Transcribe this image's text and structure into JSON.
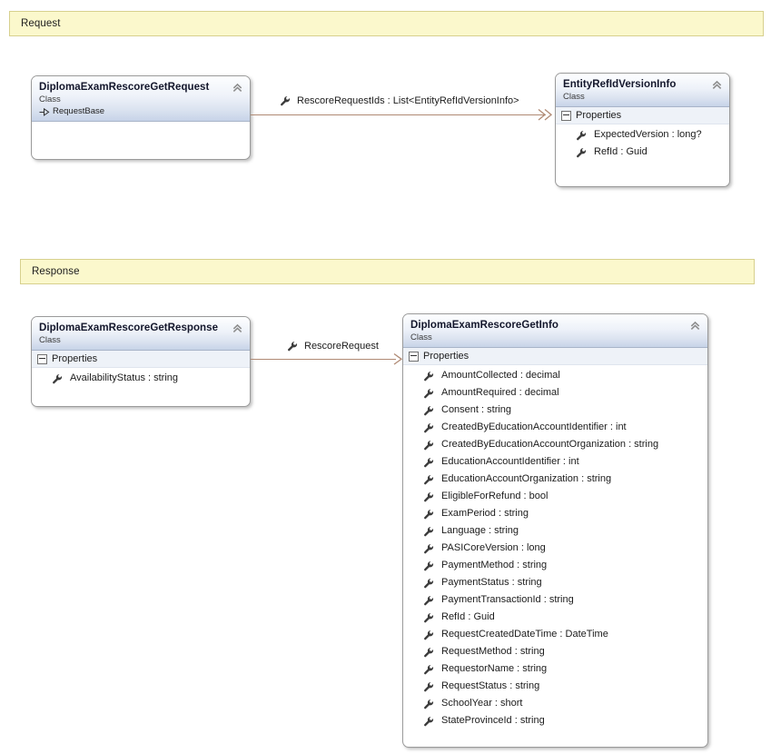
{
  "diagram": {
    "type": "uml-class-diagram",
    "sections": [
      {
        "id": "request",
        "label": "Request"
      },
      {
        "id": "response",
        "label": "Response"
      }
    ],
    "icons": {
      "collapse": "chevron-up-double-icon",
      "property": "wrench-icon",
      "tree_expanded": "minus-box-icon",
      "inheritance": "inheritance-arrow-icon"
    },
    "colors": {
      "banner_fill": "#fbf8cc",
      "banner_border": "#d7d08e",
      "class_border": "#9a9a9a",
      "header_gradient_end": "#c7d3e8",
      "compartment_fill": "#eef2f8",
      "connector": "#b08a74"
    },
    "compartment_label": "Properties",
    "stereotype": "Class"
  },
  "classes": {
    "request_class": {
      "name": "DiplomaExamRescoreGetRequest",
      "stereotype": "Class",
      "base": "RequestBase",
      "properties": []
    },
    "entity_ref": {
      "name": "EntityRefIdVersionInfo",
      "stereotype": "Class",
      "compartment": "Properties",
      "properties": [
        "ExpectedVersion : long?",
        "RefId : Guid"
      ]
    },
    "response_class": {
      "name": "DiplomaExamRescoreGetResponse",
      "stereotype": "Class",
      "compartment": "Properties",
      "properties": [
        "AvailabilityStatus : string"
      ]
    },
    "info_class": {
      "name": "DiplomaExamRescoreGetInfo",
      "stereotype": "Class",
      "compartment": "Properties",
      "properties": [
        "AmountCollected : decimal",
        "AmountRequired : decimal",
        "Consent : string",
        "CreatedByEducationAccountIdentifier : int",
        "CreatedByEducationAccountOrganization : string",
        "EducationAccountIdentifier : int",
        "EducationAccountOrganization : string",
        "EligibleForRefund : bool",
        "ExamPeriod : string",
        "Language : string",
        "PASICoreVersion : long",
        "PaymentMethod : string",
        "PaymentStatus : string",
        "PaymentTransactionId : string",
        "RefId : Guid",
        "RequestCreatedDateTime : DateTime",
        "RequestMethod : string",
        "RequestorName : string",
        "RequestStatus : string",
        "SchoolYear : short",
        "StateProvinceId : string"
      ]
    }
  },
  "associations": {
    "request_assoc": {
      "label": "RescoreRequestIds : List<EntityRefIdVersionInfo>",
      "from": "DiplomaExamRescoreGetRequest",
      "to": "EntityRefIdVersionInfo"
    },
    "response_assoc": {
      "label": "RescoreRequest",
      "from": "DiplomaExamRescoreGetResponse",
      "to": "DiplomaExamRescoreGetInfo"
    }
  }
}
